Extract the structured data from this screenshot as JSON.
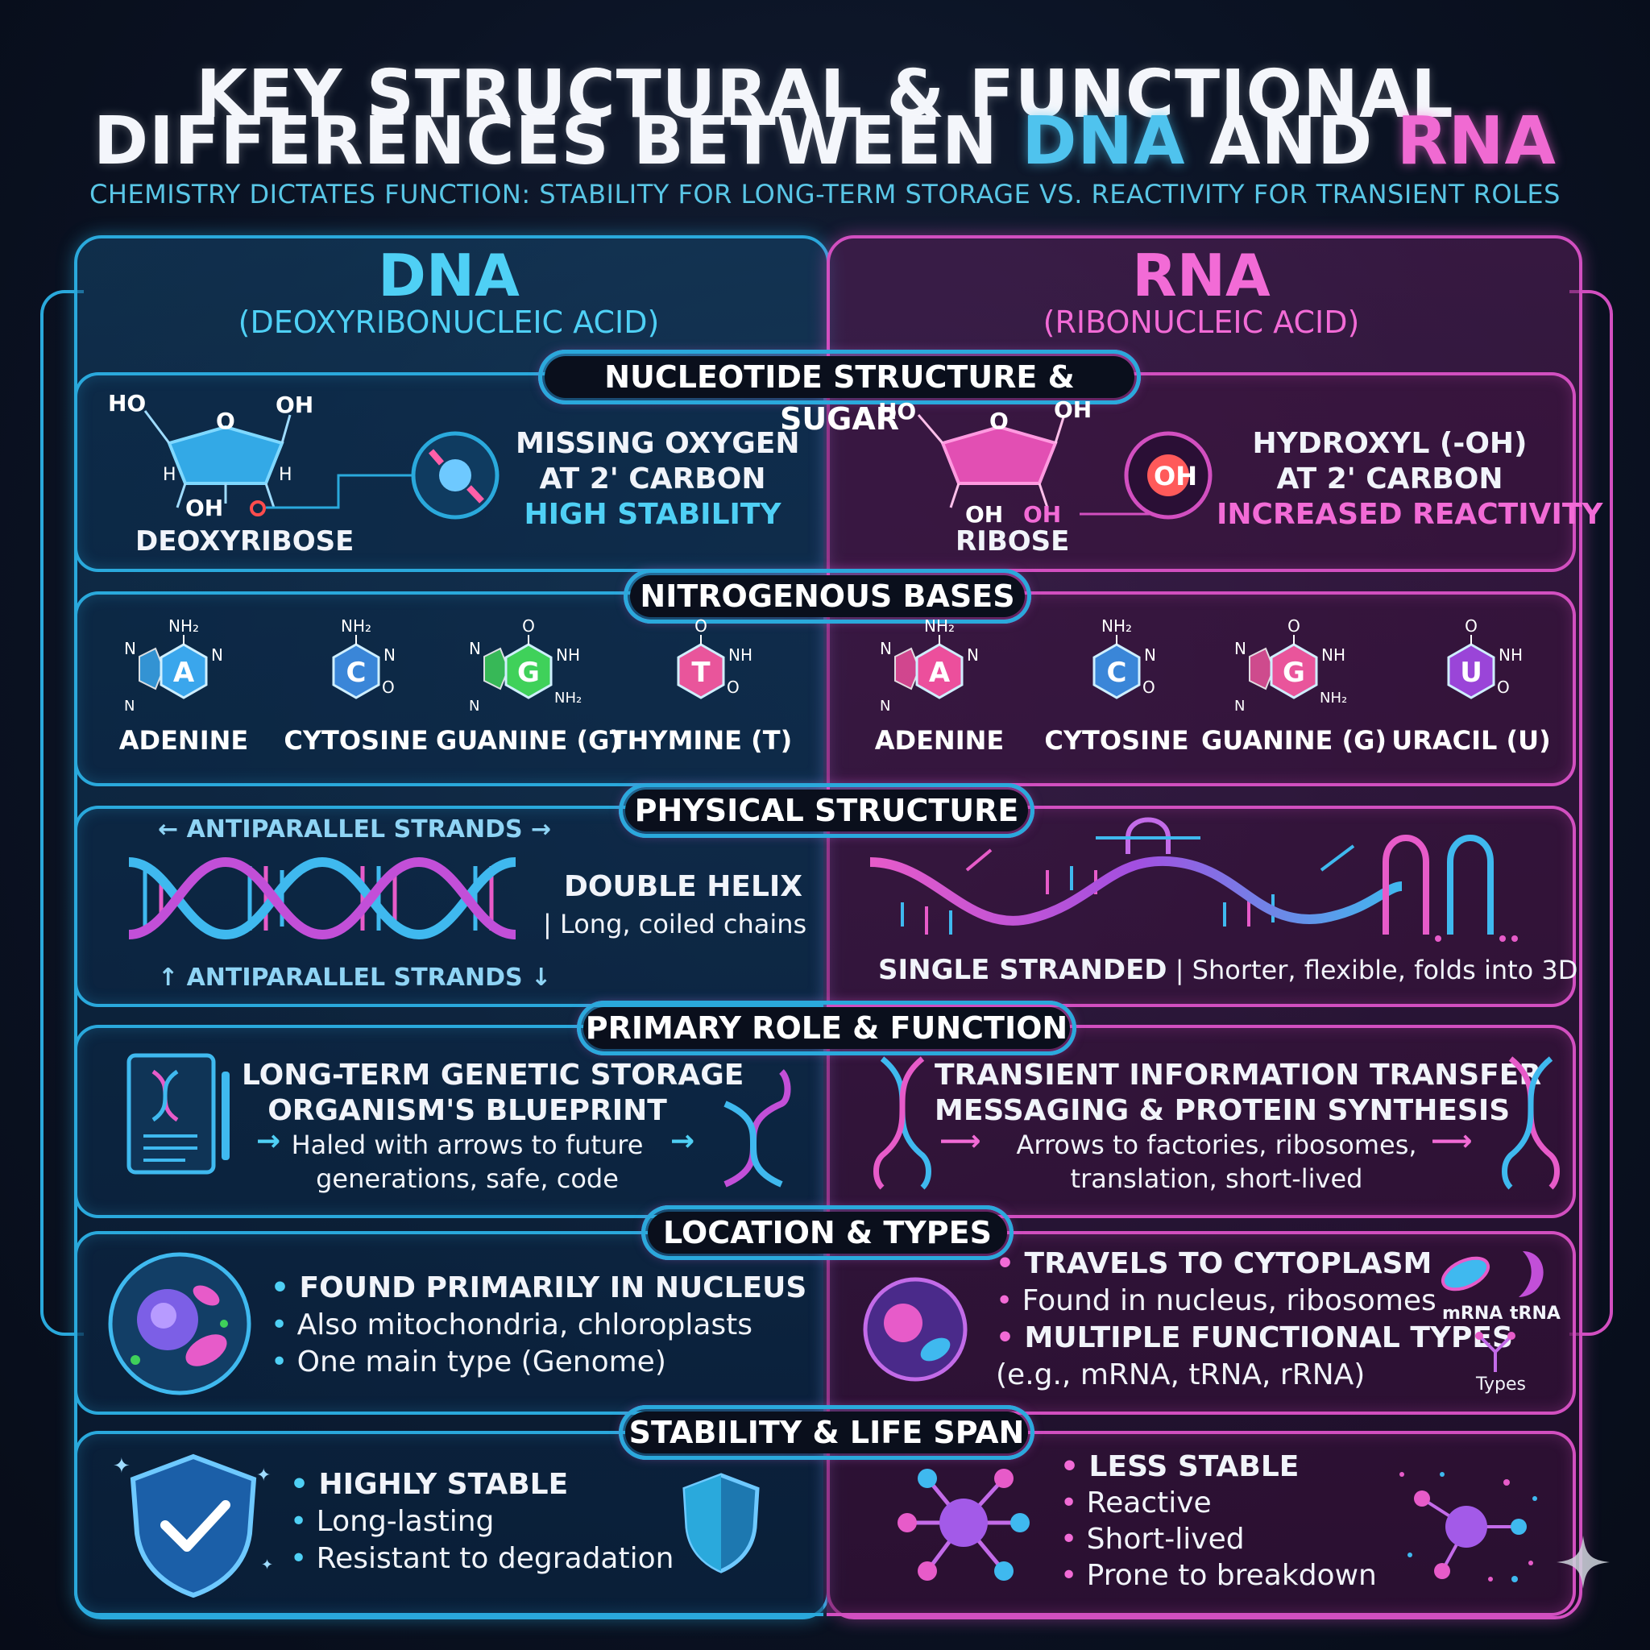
{
  "title": {
    "line1": "KEY STRUCTURAL & FUNCTIONAL",
    "line2_prefix": "DIFFERENCES BETWEEN ",
    "line2_dna": "DNA",
    "line2_and": " AND ",
    "line2_rna": "RNA"
  },
  "subtitle": "CHEMISTRY DICTATES FUNCTION: STABILITY FOR LONG-TERM STORAGE VS. REACTIVITY FOR TRANSIENT ROLES",
  "dna": {
    "name": "DNA",
    "full": "(DEOXYRIBONUCLEIC ACID)"
  },
  "rna": {
    "name": "RNA",
    "full": "(RIBONUCLEIC ACID)"
  },
  "sections": {
    "nucleotide": "NUCLEOTIDE STRUCTURE & SUGAR",
    "bases": "NITROGENOUS BASES",
    "physical": "PHYSICAL STRUCTURE",
    "role": "PRIMARY ROLE & FUNCTION",
    "location": "LOCATION & TYPES",
    "stability": "STABILITY & LIFE SPAN"
  },
  "nucleotide": {
    "dna_sugar": "DEOXYRIBOSE",
    "dna_line1": "MISSING OXYGEN",
    "dna_line2": "AT 2' CARBON",
    "dna_line3": "HIGH STABILITY",
    "rna_sugar": "RIBOSE",
    "rna_line1": "HYDROXYL (-OH)",
    "rna_line2": "AT 2' CARBON",
    "rna_line3": "INCREASED REACTIVITY",
    "ho": "HO",
    "o": "O",
    "oh": "OH",
    "h": "H"
  },
  "bases": {
    "dna": [
      {
        "letter": "A",
        "name": "ADENINE",
        "color": "#3aa6ec"
      },
      {
        "letter": "C",
        "name": "CYTOSINE",
        "color": "#3a86d8"
      },
      {
        "letter": "G",
        "name": "GUANINE (G)",
        "color": "#3fd15a"
      },
      {
        "letter": "T",
        "name": "THYMINE (T)",
        "color": "#e9559b"
      }
    ],
    "rna": [
      {
        "letter": "A",
        "name": "ADENINE",
        "color": "#ec4f9c"
      },
      {
        "letter": "C",
        "name": "CYTOSINE",
        "color": "#3a86d8"
      },
      {
        "letter": "G",
        "name": "GUANINE (G)",
        "color": "#e9559b"
      },
      {
        "letter": "U",
        "name": "URACIL (U)",
        "color": "#9a45d8"
      }
    ],
    "nh2": "NH₂",
    "n": "N",
    "nh": "NH",
    "o": "O"
  },
  "physical": {
    "dna_arrow_top": "← ANTIPARALLEL STRANDS →",
    "dna_arrow_bottom": "↑ ANTIPARALLEL STRANDS ↓",
    "dna_title": "DOUBLE HELIX",
    "dna_desc": "| Long, coiled chains",
    "rna_title": "SINGLE STRANDED",
    "rna_desc": " | Shorter, flexible, folds into 3D"
  },
  "role": {
    "dna_line1": "LONG-TERM GENETIC STORAGE",
    "dna_line2": "ORGANISM'S BLUEPRINT",
    "dna_line3": "Haled with arrows to future",
    "dna_line4": "generations, safe, code",
    "rna_line1": "TRANSIENT INFORMATION TRANSFER",
    "rna_line2": "MESSAGING & PROTEIN SYNTHESIS",
    "rna_line3": "Arrows to factories, ribosomes,",
    "rna_line4": "translation, short-lived"
  },
  "location": {
    "dna_items": [
      "• FOUND PRIMARILY IN NUCLEUS",
      "• Also mitochondria, chloroplasts",
      "• One main type (Genome)"
    ],
    "rna_items": [
      "• TRAVELS TO CYTOPLASM",
      "• Found in nucleus, ribosomes",
      "• MULTIPLE FUNCTIONAL TYPES",
      "(e.g., mRNA, tRNA, rRNA)"
    ],
    "mrna": "mRNA",
    "trna": "tRNA",
    "types": "Types"
  },
  "stability": {
    "dna_items": [
      "• HIGHLY STABLE",
      "• Long-lasting",
      "• Resistant to degradation"
    ],
    "rna_items": [
      "• LESS STABLE",
      "• Reactive",
      "• Short-lived",
      "• Prone to breakdown"
    ]
  }
}
